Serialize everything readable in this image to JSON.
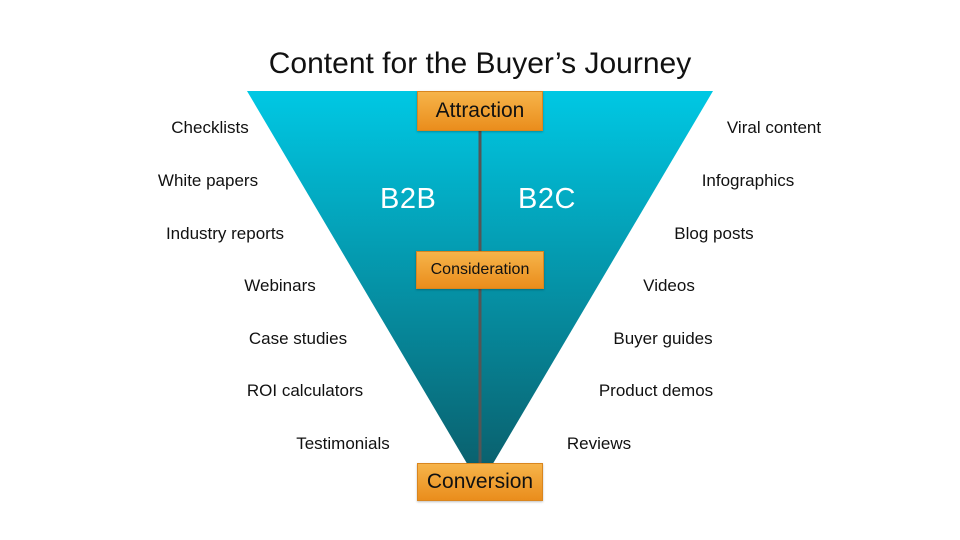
{
  "title": "Content for the Buyer’s Journey",
  "colors": {
    "funnel_top": "#00c8e4",
    "funnel_bottom": "#0a5f6c",
    "stage_box": "#f0a030",
    "divider": "#555555"
  },
  "stages": {
    "attraction": "Attraction",
    "consideration": "Consideration",
    "conversion": "Conversion"
  },
  "segments": {
    "left": "B2B",
    "right": "B2C"
  },
  "b2b_content": [
    "Checklists",
    "White papers",
    "Industry reports",
    "Webinars",
    "Case studies",
    "ROI calculators",
    "Testimonials"
  ],
  "b2c_content": [
    "Viral content",
    "Infographics",
    "Blog posts",
    "Videos",
    "Buyer guides",
    "Product demos",
    "Reviews"
  ]
}
